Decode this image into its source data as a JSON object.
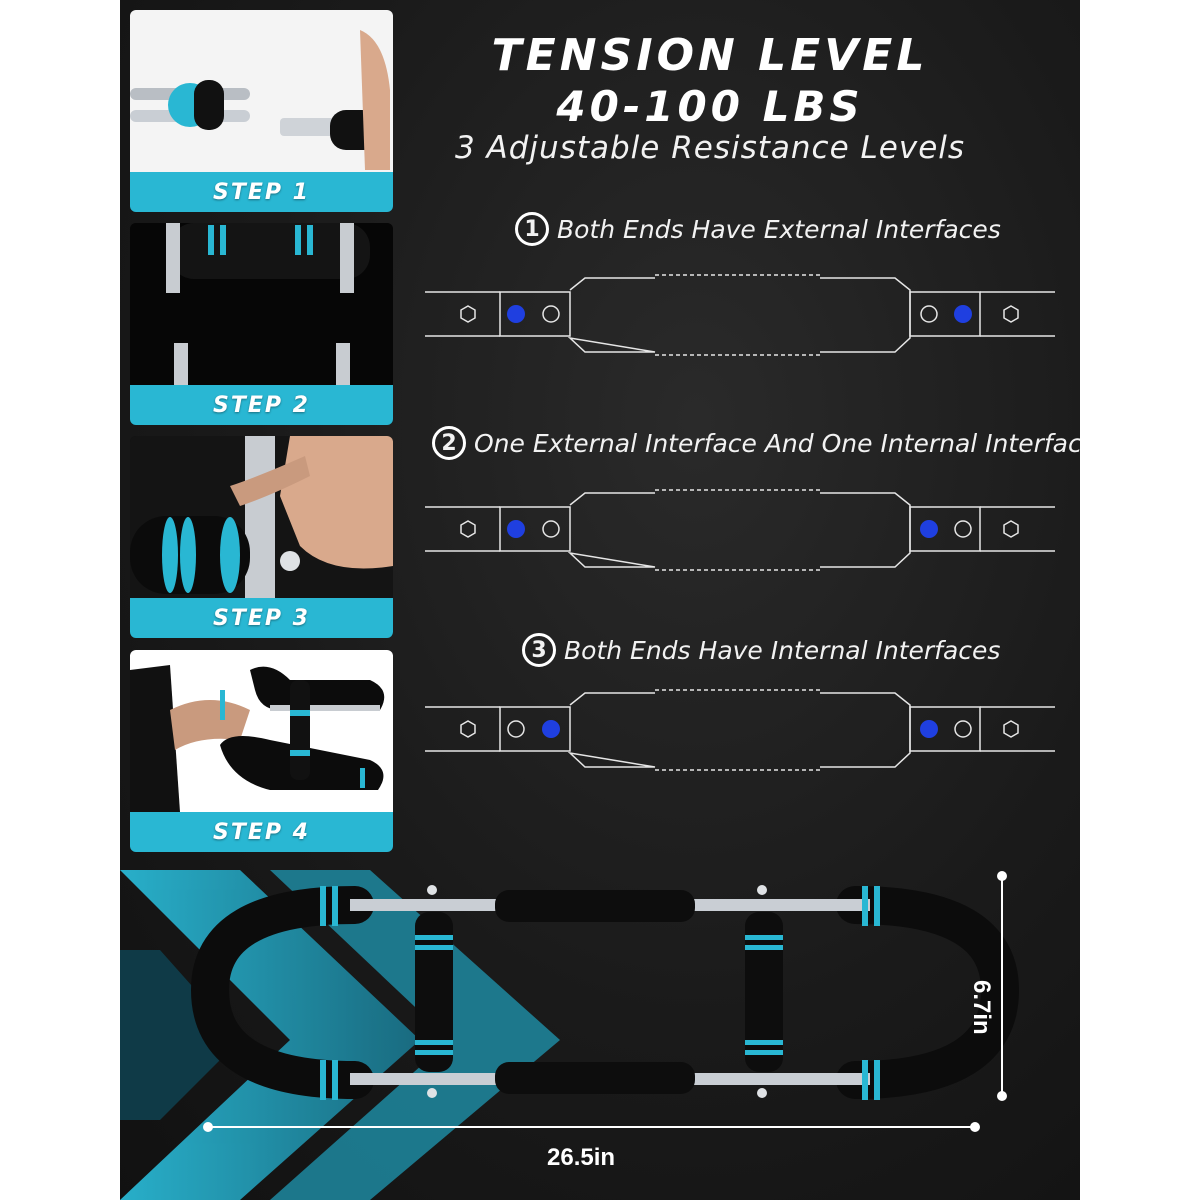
{
  "header": {
    "title_line1": "TENSION LEVEL",
    "title_line2": "40-100 LBS",
    "subtitle": "3 Adjustable Resistance Levels"
  },
  "steps": [
    {
      "label": "STEP 1"
    },
    {
      "label": "STEP 2"
    },
    {
      "label": "STEP 3"
    },
    {
      "label": "STEP 4"
    }
  ],
  "options": [
    {
      "number": "1",
      "text": "Both Ends Have External Interfaces"
    },
    {
      "number": "2",
      "text": "One External Interface And One Internal Interface"
    },
    {
      "number": "3",
      "text": "Both Ends Have Internal Interfaces"
    }
  ],
  "dimensions": {
    "width": "26.5in",
    "height": "6.7in"
  },
  "colors": {
    "accent": "#29b7d3",
    "pin_active": "#1f3fe0",
    "background": "#1a1a1a"
  }
}
